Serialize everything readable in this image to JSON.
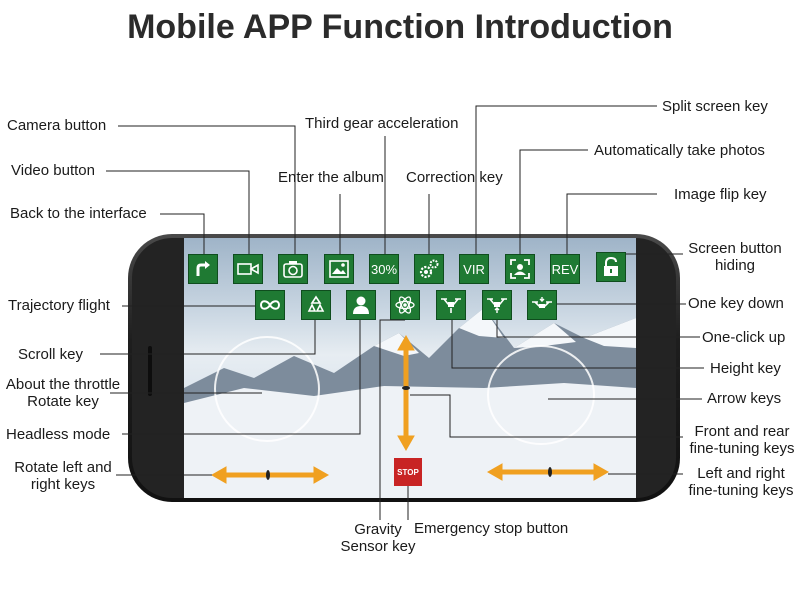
{
  "title": "Mobile APP Function Introduction",
  "labels": {
    "camera_button": "Camera button",
    "video_button": "Video button",
    "back_to_interface": "Back to the interface",
    "third_gear_acceleration": "Third gear acceleration",
    "enter_album": "Enter the album",
    "correction_key": "Correction key",
    "split_screen_key": "Split screen key",
    "auto_take_photos": "Automatically take photos",
    "image_flip_key": "Image flip key",
    "screen_button_hiding_1": "Screen button",
    "screen_button_hiding_2": "hiding",
    "trajectory_flight": "Trajectory flight",
    "one_key_down": "One key down",
    "one_click_up": "One-click up",
    "scroll_key": "Scroll key",
    "height_key": "Height key",
    "about_throttle_1": "About the throttle",
    "about_throttle_2": "Rotate key",
    "arrow_keys": "Arrow keys",
    "headless_mode": "Headless mode",
    "front_rear_1": "Front and rear",
    "front_rear_2": "fine-tuning keys",
    "rotate_lr_1": "Rotate left and",
    "rotate_lr_2": "right keys",
    "left_right_1": "Left and right",
    "left_right_2": "fine-tuning keys",
    "gravity_1": "Gravity",
    "gravity_2": "Sensor key",
    "emergency_stop": "Emergency stop button"
  },
  "buttons": {
    "speed": "30%",
    "vir": "VIR",
    "rev": "REV",
    "stop": "STOP"
  },
  "icons": [
    "back-icon",
    "video-icon",
    "camera-icon",
    "album-icon",
    "gear-icon",
    "split-screen-icon",
    "auto-photo-icon",
    "lock-icon",
    "trajectory-icon",
    "scroll-icon",
    "headless-icon",
    "gravity-icon",
    "drone-down-icon",
    "drone-up-icon",
    "drone-height-icon"
  ],
  "colors": {
    "button_green": "#1f7a33",
    "arrow_orange": "#f0a020",
    "stop_red": "#c82424"
  }
}
